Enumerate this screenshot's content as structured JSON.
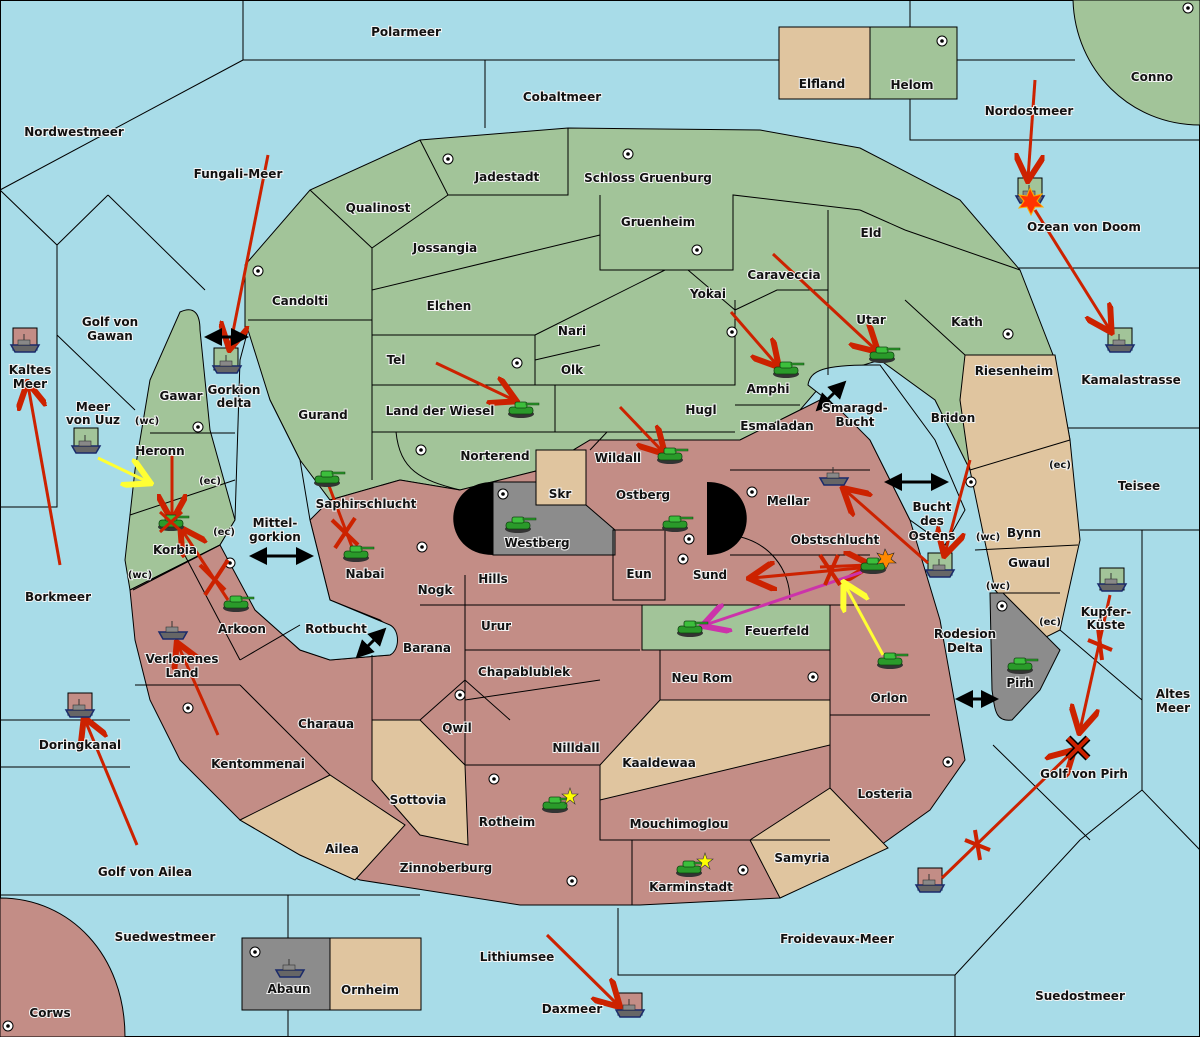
{
  "colors": {
    "sea": "#a8dce8",
    "green_power": "#a2c499",
    "red_power": "#c38d86",
    "neutral": "#e0c59f",
    "grey_power": "#8c8c8c",
    "order_move": "#cc2200",
    "order_support": "#ffff33",
    "order_convoy": "#cc33aa",
    "impassable": "#000000"
  },
  "sea_labels": [
    {
      "id": "polarmeer",
      "name": "Polarmeer"
    },
    {
      "id": "cobaltmeer",
      "name": "Cobaltmeer"
    },
    {
      "id": "nordwestmeer",
      "name": "Nordwestmeer"
    },
    {
      "id": "fungali-meer",
      "name": "Fungali-Meer"
    },
    {
      "id": "nordostmeer",
      "name": "Nordostmeer"
    },
    {
      "id": "ozean-von-doom",
      "name": "Ozean von Doom"
    },
    {
      "id": "golf-von-gawan-1",
      "name": "Golf von"
    },
    {
      "id": "golf-von-gawan-2",
      "name": "Gawan"
    },
    {
      "id": "kaltes-meer-1",
      "name": "Kaltes"
    },
    {
      "id": "kaltes-meer-2",
      "name": "Meer"
    },
    {
      "id": "gorkion-delta-1",
      "name": "Gorkion"
    },
    {
      "id": "gorkion-delta-2",
      "name": "delta"
    },
    {
      "id": "meer-von-uuz-1",
      "name": "Meer"
    },
    {
      "id": "meer-von-uuz-2",
      "name": "von Uuz"
    },
    {
      "id": "mittelgorkion-1",
      "name": "Mittel-"
    },
    {
      "id": "mittelgorkion-2",
      "name": "gorkion"
    },
    {
      "id": "borkmeer",
      "name": "Borkmeer"
    },
    {
      "id": "rotbucht",
      "name": "Rotbucht"
    },
    {
      "id": "doringkanal",
      "name": "Doringkanal"
    },
    {
      "id": "golf-von-ailea",
      "name": "Golf von Ailea"
    },
    {
      "id": "suedwestmeer",
      "name": "Suedwestmeer"
    },
    {
      "id": "lithiumsee",
      "name": "Lithiumsee"
    },
    {
      "id": "daxmeer",
      "name": "Daxmeer"
    },
    {
      "id": "froidevaux-meer",
      "name": "Froidevaux-Meer"
    },
    {
      "id": "suedostmeer",
      "name": "Suedostmeer"
    },
    {
      "id": "golf-von-pirh",
      "name": "Golf von Pirh"
    },
    {
      "id": "altes-meer-1",
      "name": "Altes"
    },
    {
      "id": "altes-meer-2",
      "name": "Meer"
    },
    {
      "id": "kupferkueste-1",
      "name": "Kupfer-"
    },
    {
      "id": "kupferkueste-2",
      "name": "Küste"
    },
    {
      "id": "teisee",
      "name": "Teisee"
    },
    {
      "id": "kamalastrasse",
      "name": "Kamalastrasse"
    },
    {
      "id": "smaragd-bucht-1",
      "name": "Smaragd-"
    },
    {
      "id": "smaragd-bucht-2",
      "name": "Bucht"
    },
    {
      "id": "bucht-des-ostens-1",
      "name": "Bucht"
    },
    {
      "id": "bucht-des-ostens-2",
      "name": "des"
    },
    {
      "id": "bucht-des-ostens-3",
      "name": "Ostens"
    },
    {
      "id": "rodesion-delta-1",
      "name": "Rodesion"
    },
    {
      "id": "rodesion-delta-2",
      "name": "Delta"
    }
  ],
  "land_labels": [
    {
      "id": "elfland",
      "name": "Elfland",
      "owner": "neutral"
    },
    {
      "id": "helom",
      "name": "Helom",
      "owner": "green"
    },
    {
      "id": "conno",
      "name": "Conno",
      "owner": "green"
    },
    {
      "id": "jadestadt",
      "name": "Jadestadt",
      "owner": "green"
    },
    {
      "id": "schloss-gruenburg",
      "name": "Schloss Gruenburg",
      "owner": "green"
    },
    {
      "id": "qualinost",
      "name": "Qualinost",
      "owner": "green"
    },
    {
      "id": "jossangia",
      "name": "Jossangia",
      "owner": "green"
    },
    {
      "id": "gruenheim",
      "name": "Gruenheim",
      "owner": "green"
    },
    {
      "id": "eld",
      "name": "Eld",
      "owner": "green"
    },
    {
      "id": "candolti",
      "name": "Candolti",
      "owner": "green"
    },
    {
      "id": "elchen",
      "name": "Elchen",
      "owner": "green"
    },
    {
      "id": "caraveccia",
      "name": "Caraveccia",
      "owner": "green"
    },
    {
      "id": "yokai",
      "name": "Yokai",
      "owner": "green"
    },
    {
      "id": "nari",
      "name": "Nari",
      "owner": "green"
    },
    {
      "id": "utar",
      "name": "Utar",
      "owner": "green"
    },
    {
      "id": "kath",
      "name": "Kath",
      "owner": "green"
    },
    {
      "id": "tel",
      "name": "Tel",
      "owner": "green"
    },
    {
      "id": "olk",
      "name": "Olk",
      "owner": "green"
    },
    {
      "id": "amphi",
      "name": "Amphi",
      "owner": "green"
    },
    {
      "id": "riesenheim",
      "name": "Riesenheim",
      "owner": "neutral"
    },
    {
      "id": "gurand",
      "name": "Gurand",
      "owner": "green"
    },
    {
      "id": "land-der-wiesel",
      "name": "Land der Wiesel",
      "owner": "green"
    },
    {
      "id": "hugl",
      "name": "Hugl",
      "owner": "green"
    },
    {
      "id": "esmaladan",
      "name": "Esmaladan",
      "owner": "green"
    },
    {
      "id": "bridon",
      "name": "Bridon",
      "owner": "green"
    },
    {
      "id": "gawar",
      "name": "Gawar",
      "owner": "green"
    },
    {
      "id": "norterend",
      "name": "Norterend",
      "owner": "green"
    },
    {
      "id": "wildall",
      "name": "Wildall",
      "owner": "green"
    },
    {
      "id": "heronn",
      "name": "Heronn",
      "owner": "green"
    },
    {
      "id": "skr",
      "name": "Skr",
      "owner": "neutral"
    },
    {
      "id": "ostberg",
      "name": "Ostberg",
      "owner": "red"
    },
    {
      "id": "mellar",
      "name": "Mellar",
      "owner": "red"
    },
    {
      "id": "saphirschlucht",
      "name": "Saphirschlucht",
      "owner": "green"
    },
    {
      "id": "westberg",
      "name": "Westberg",
      "owner": "grey"
    },
    {
      "id": "korbia",
      "name": "Korbia",
      "owner": "green"
    },
    {
      "id": "obstschlucht",
      "name": "Obstschlucht",
      "owner": "red"
    },
    {
      "id": "bynn",
      "name": "Bynn",
      "owner": "neutral"
    },
    {
      "id": "gwaul",
      "name": "Gwaul",
      "owner": "neutral"
    },
    {
      "id": "nabai",
      "name": "Nabai",
      "owner": "red"
    },
    {
      "id": "hills",
      "name": "Hills",
      "owner": "red"
    },
    {
      "id": "eun",
      "name": "Eun",
      "owner": "red"
    },
    {
      "id": "sund",
      "name": "Sund",
      "owner": "red"
    },
    {
      "id": "nogk",
      "name": "Nogk",
      "owner": "red"
    },
    {
      "id": "arkoon",
      "name": "Arkoon",
      "owner": "red"
    },
    {
      "id": "urur",
      "name": "Urur",
      "owner": "red"
    },
    {
      "id": "feuerfeld",
      "name": "Feuerfeld",
      "owner": "green"
    },
    {
      "id": "verlorenes-land-1",
      "name": "Verlorenes",
      "owner": "red"
    },
    {
      "id": "verlorenes-land-2",
      "name": "Land",
      "owner": "red"
    },
    {
      "id": "barana",
      "name": "Barana",
      "owner": "red"
    },
    {
      "id": "chapablublek",
      "name": "Chapablublek",
      "owner": "red"
    },
    {
      "id": "neu-rom",
      "name": "Neu Rom",
      "owner": "red"
    },
    {
      "id": "orlon",
      "name": "Orlon",
      "owner": "red"
    },
    {
      "id": "pirh",
      "name": "Pirh",
      "owner": "grey"
    },
    {
      "id": "charaua",
      "name": "Charaua",
      "owner": "red"
    },
    {
      "id": "qwil",
      "name": "Qwil",
      "owner": "red"
    },
    {
      "id": "nilldall",
      "name": "Nilldall",
      "owner": "red"
    },
    {
      "id": "kentommenai",
      "name": "Kentommenai",
      "owner": "red"
    },
    {
      "id": "kaaldewaa",
      "name": "Kaaldewaa",
      "owner": "neutral"
    },
    {
      "id": "losteria",
      "name": "Losteria",
      "owner": "red"
    },
    {
      "id": "sottovia",
      "name": "Sottovia",
      "owner": "neutral"
    },
    {
      "id": "rotheim",
      "name": "Rotheim",
      "owner": "red"
    },
    {
      "id": "mouchimoglou",
      "name": "Mouchimoglou",
      "owner": "red"
    },
    {
      "id": "ailea",
      "name": "Ailea",
      "owner": "neutral"
    },
    {
      "id": "samyria",
      "name": "Samyria",
      "owner": "neutral"
    },
    {
      "id": "zinnoberburg",
      "name": "Zinnoberburg",
      "owner": "red"
    },
    {
      "id": "karminstadt",
      "name": "Karminstadt",
      "owner": "red"
    },
    {
      "id": "abaun",
      "name": "Abaun",
      "owner": "grey"
    },
    {
      "id": "ornheim",
      "name": "Ornheim",
      "owner": "neutral"
    },
    {
      "id": "corws",
      "name": "Corws",
      "owner": "red"
    }
  ],
  "coast_labels": [
    "(wc)",
    "(ec)",
    "(ec)",
    "(wc)",
    "(ec)",
    "(wc)",
    "(wc)",
    "(ec)"
  ],
  "units": [
    {
      "type": "fleet",
      "owner": "red",
      "location": "Kaltes Meer"
    },
    {
      "type": "fleet",
      "owner": "green",
      "location": "Gorkion delta"
    },
    {
      "type": "fleet",
      "owner": "green",
      "location": "Meer von Uuz"
    },
    {
      "type": "army",
      "owner": "green",
      "location": "Korbia",
      "status": "dislodged"
    },
    {
      "type": "army",
      "owner": "green",
      "location": "Arkoon"
    },
    {
      "type": "fleet",
      "owner": "red",
      "location": "Verlorenes Land"
    },
    {
      "type": "fleet",
      "owner": "red",
      "location": "Doringkanal"
    },
    {
      "type": "army",
      "owner": "green",
      "location": "Saphirschlucht"
    },
    {
      "type": "army",
      "owner": "green",
      "location": "Nabai"
    },
    {
      "type": "army",
      "owner": "green",
      "location": "Land der Wiesel"
    },
    {
      "type": "army",
      "owner": "green",
      "location": "Wildall"
    },
    {
      "type": "army",
      "owner": "green",
      "location": "Amphi"
    },
    {
      "type": "army",
      "owner": "green",
      "location": "Utar"
    },
    {
      "type": "army",
      "owner": "green",
      "location": "Westberg"
    },
    {
      "type": "army",
      "owner": "green",
      "location": "Ostberg"
    },
    {
      "type": "fleet",
      "owner": "red",
      "location": "Mellar"
    },
    {
      "type": "army",
      "owner": "green",
      "location": "Obstschlucht",
      "status": "destroyed"
    },
    {
      "type": "army",
      "owner": "green",
      "location": "Feuerfeld"
    },
    {
      "type": "army",
      "owner": "green",
      "location": "Orlon"
    },
    {
      "type": "army",
      "owner": "green",
      "location": "Pirh"
    },
    {
      "type": "fleet",
      "owner": "green",
      "location": "Bucht des Ostens"
    },
    {
      "type": "fleet",
      "owner": "green",
      "location": "Kupfer-Küste"
    },
    {
      "type": "fleet",
      "owner": "green",
      "location": "Ozean von Doom",
      "status": "destroyed"
    },
    {
      "type": "fleet",
      "owner": "green",
      "location": "Kamalastrasse"
    },
    {
      "type": "army",
      "owner": "green",
      "location": "Rotheim",
      "status": "built"
    },
    {
      "type": "army",
      "owner": "green",
      "location": "Karminstadt",
      "status": "built"
    },
    {
      "type": "fleet",
      "owner": "red",
      "location": "Golf von Ailea / Suedostmeer"
    },
    {
      "type": "fleet",
      "owner": "red",
      "location": "Daxmeer"
    },
    {
      "type": "fleet",
      "owner": "grey",
      "location": "Abaun"
    }
  ]
}
